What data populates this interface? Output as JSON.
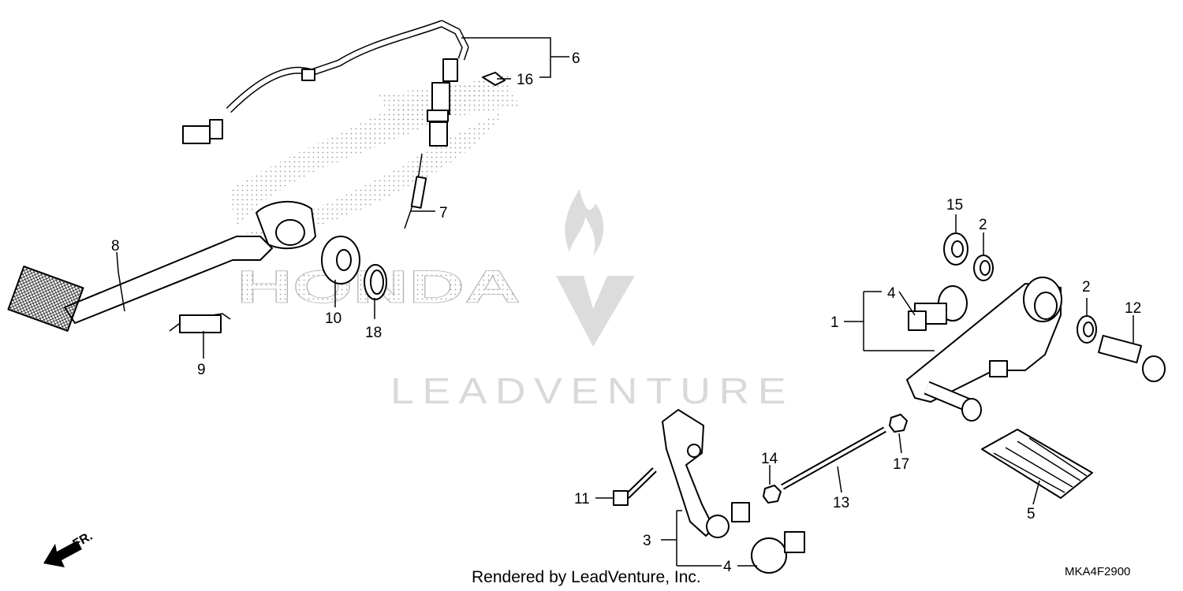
{
  "watermark": {
    "text": "LEADVENTURE",
    "color": "#d9d9d9"
  },
  "brand_mark": {
    "text": "HONDA"
  },
  "footer": {
    "rendered_by": "Rendered by LeadVenture, Inc.",
    "diagram_code": "MKA4F2900"
  },
  "direction": {
    "label": "FR."
  },
  "callouts": [
    {
      "id": "c1",
      "label": "1"
    },
    {
      "id": "c2a",
      "label": "2"
    },
    {
      "id": "c2b",
      "label": "2"
    },
    {
      "id": "c3",
      "label": "3"
    },
    {
      "id": "c4a",
      "label": "4"
    },
    {
      "id": "c4b",
      "label": "4"
    },
    {
      "id": "c5",
      "label": "5"
    },
    {
      "id": "c6",
      "label": "6"
    },
    {
      "id": "c7",
      "label": "7"
    },
    {
      "id": "c8",
      "label": "8"
    },
    {
      "id": "c9",
      "label": "9"
    },
    {
      "id": "c10",
      "label": "10"
    },
    {
      "id": "c11",
      "label": "11"
    },
    {
      "id": "c12",
      "label": "12"
    },
    {
      "id": "c13",
      "label": "13"
    },
    {
      "id": "c14",
      "label": "14"
    },
    {
      "id": "c15",
      "label": "15"
    },
    {
      "id": "c16",
      "label": "16"
    },
    {
      "id": "c17",
      "label": "17"
    },
    {
      "id": "c18",
      "label": "18"
    }
  ]
}
